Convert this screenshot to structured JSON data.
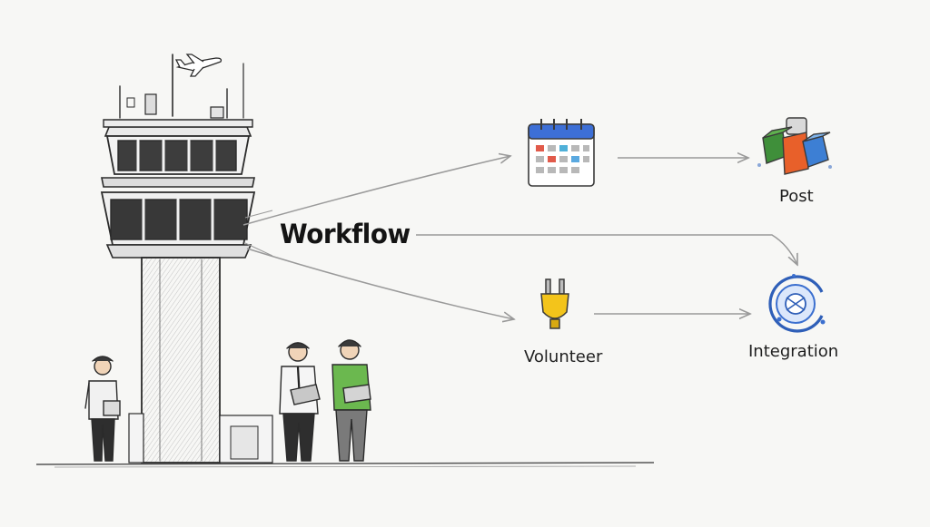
{
  "diagram": {
    "center_label": "Workflow",
    "nodes": [
      {
        "id": "calendar",
        "icon": "calendar-icon",
        "label": ""
      },
      {
        "id": "post",
        "icon": "cube-blocks-icon",
        "label": "Post"
      },
      {
        "id": "volunteer",
        "icon": "power-plug-icon",
        "label": "Volunteer"
      },
      {
        "id": "integration",
        "icon": "integration-ring-icon",
        "label": "Integration"
      }
    ],
    "edges": [
      {
        "from": "Workflow",
        "to": "calendar"
      },
      {
        "from": "calendar",
        "to": "post"
      },
      {
        "from": "Workflow",
        "to": "integration"
      },
      {
        "from": "Workflow",
        "to": "volunteer"
      },
      {
        "from": "volunteer",
        "to": "integration"
      }
    ]
  },
  "illustration": {
    "scene": "control-tower-icon",
    "figures": [
      "person-icon",
      "person-icon",
      "person-icon"
    ],
    "aircraft": "airplane-icon"
  },
  "colors": {
    "line": "#9a9a9a",
    "sketch": "#2b2b2b",
    "calendar_header": "#3d6fd6",
    "plug_yellow": "#f3c41b",
    "cube_green": "#3f8f3a",
    "cube_orange": "#e8602a",
    "cube_blue": "#3d7fd4",
    "ring_blue": "#3b6fcf",
    "shirt_green": "#6bb84f"
  }
}
